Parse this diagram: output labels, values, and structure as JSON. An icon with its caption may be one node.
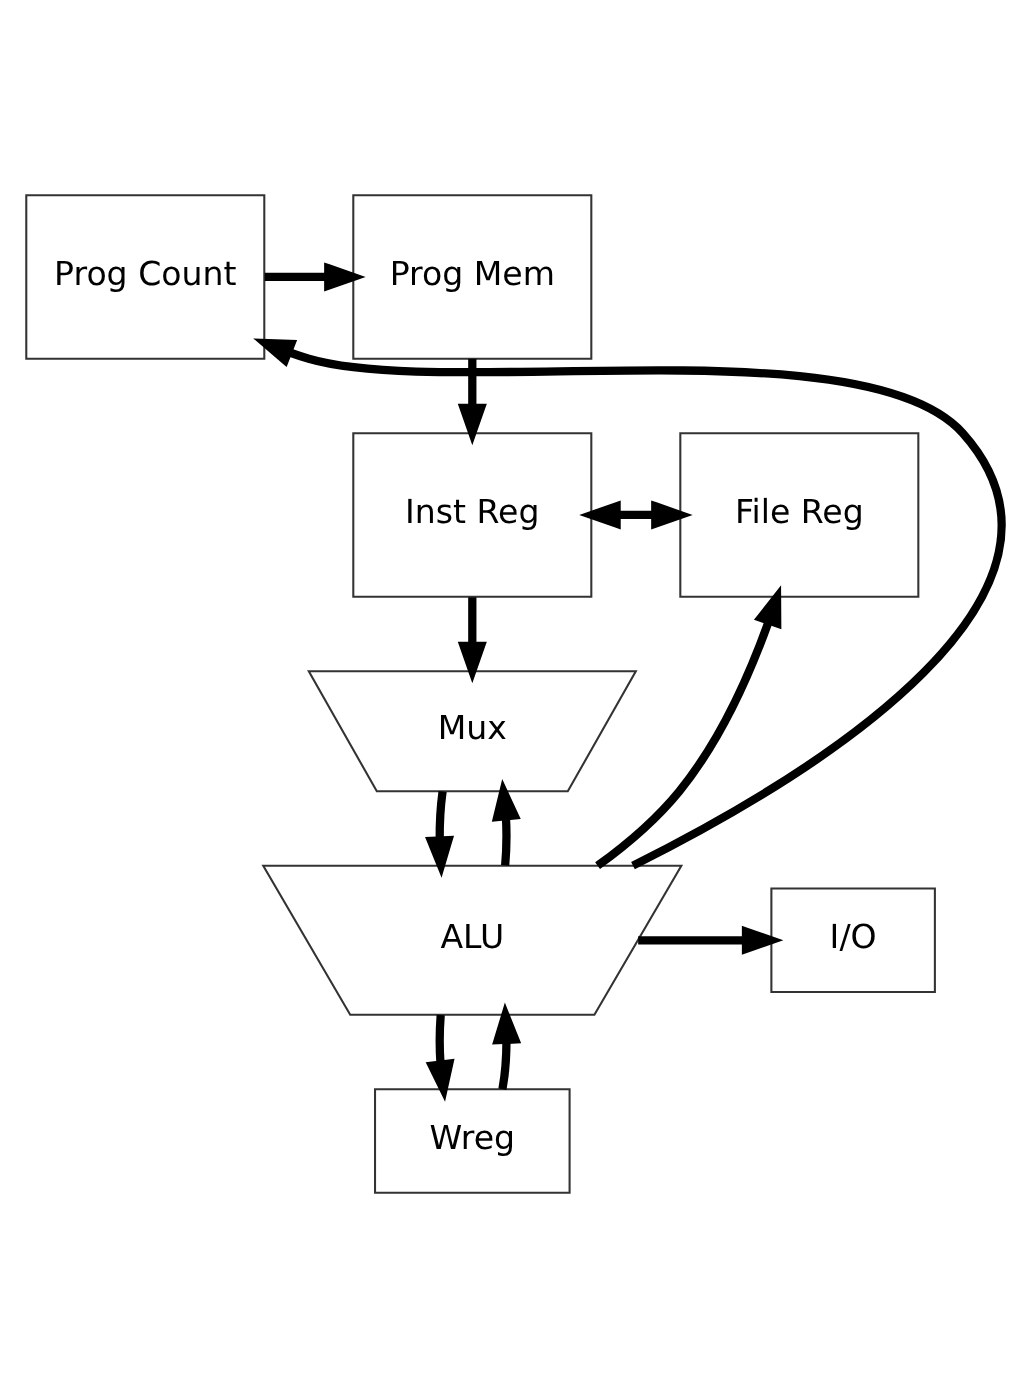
{
  "diagram": {
    "nodes": [
      {
        "text": [
          "Prog Mem"
        ]
      },
      {
        "text": [
          "Prog Count"
        ]
      },
      {
        "text": [
          "Inst Reg"
        ]
      },
      {
        "text": [
          "File Reg"
        ]
      },
      {
        "text": [
          "Mux"
        ]
      },
      {
        "text": [
          "ALU"
        ]
      },
      {
        "text": [
          "I/O"
        ]
      },
      {
        "text": [
          "Wreg"
        ]
      }
    ],
    "edges": [
      {
        "from": 1,
        "to": 0,
        "arrow": "to"
      },
      {
        "from": 0,
        "to": 2,
        "arrow": "to"
      },
      {
        "from": 2,
        "to": 3,
        "arrow": "both"
      },
      {
        "from": 2,
        "to": 4,
        "arrow": "to"
      },
      {
        "from": 5,
        "to": 4,
        "arrow": "to"
      },
      {
        "from": 5,
        "to": 1,
        "arrow": "to"
      },
      {
        "from": 5,
        "to": 3,
        "arrow": "to"
      },
      {
        "from": 4,
        "to": 5,
        "arrow": "to"
      },
      {
        "from": 7,
        "to": 5,
        "arrow": "to"
      },
      {
        "from": 5,
        "to": 6,
        "arrow": "to"
      },
      {
        "from": 5,
        "to": 7,
        "arrow": "to"
      }
    ]
  }
}
